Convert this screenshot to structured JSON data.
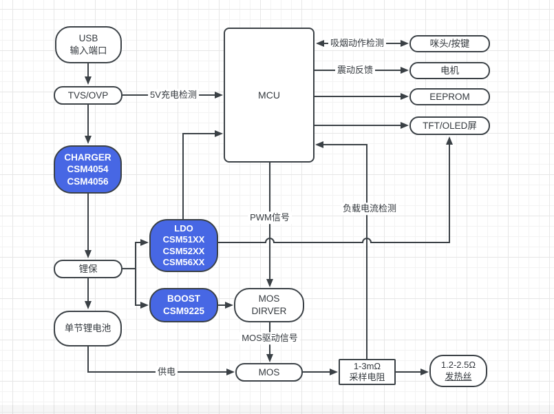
{
  "diagram": {
    "nodes": {
      "usb": "USB\n输入端口",
      "tvs": "TVS/OVP",
      "charger": "CHARGER\nCSM4054\nCSM4056",
      "li_protect": "锂保",
      "battery": "单节锂电池",
      "mcu": "MCU",
      "mic_button": "咪头/按键",
      "motor": "电机",
      "eeprom": "EEPROM",
      "display": "TFT/OLED屏",
      "ldo": "LDO\nCSM51XX\nCSM52XX\nCSM56XX",
      "boost": "BOOST\nCSM9225",
      "mos_driver": "MOS\nDIRVER",
      "mos": "MOS",
      "sense_resistor": "1-3mΩ\n采样电阻",
      "heater_value": "1.2-2.5Ω",
      "heater_name": "发热丝"
    },
    "edge_labels": {
      "charge_detect": "5V充电检测",
      "smoke_detect": "吸烟动作检测",
      "vibration_feedback": "震动反馈",
      "pwm_signal": "PWM信号",
      "load_current_detect": "负载电流检测",
      "mos_drive_signal": "MOS驱动信号",
      "power_supply": "供电"
    },
    "colors": {
      "accent_blue": "#4767E4",
      "line": "#3A4045"
    }
  }
}
